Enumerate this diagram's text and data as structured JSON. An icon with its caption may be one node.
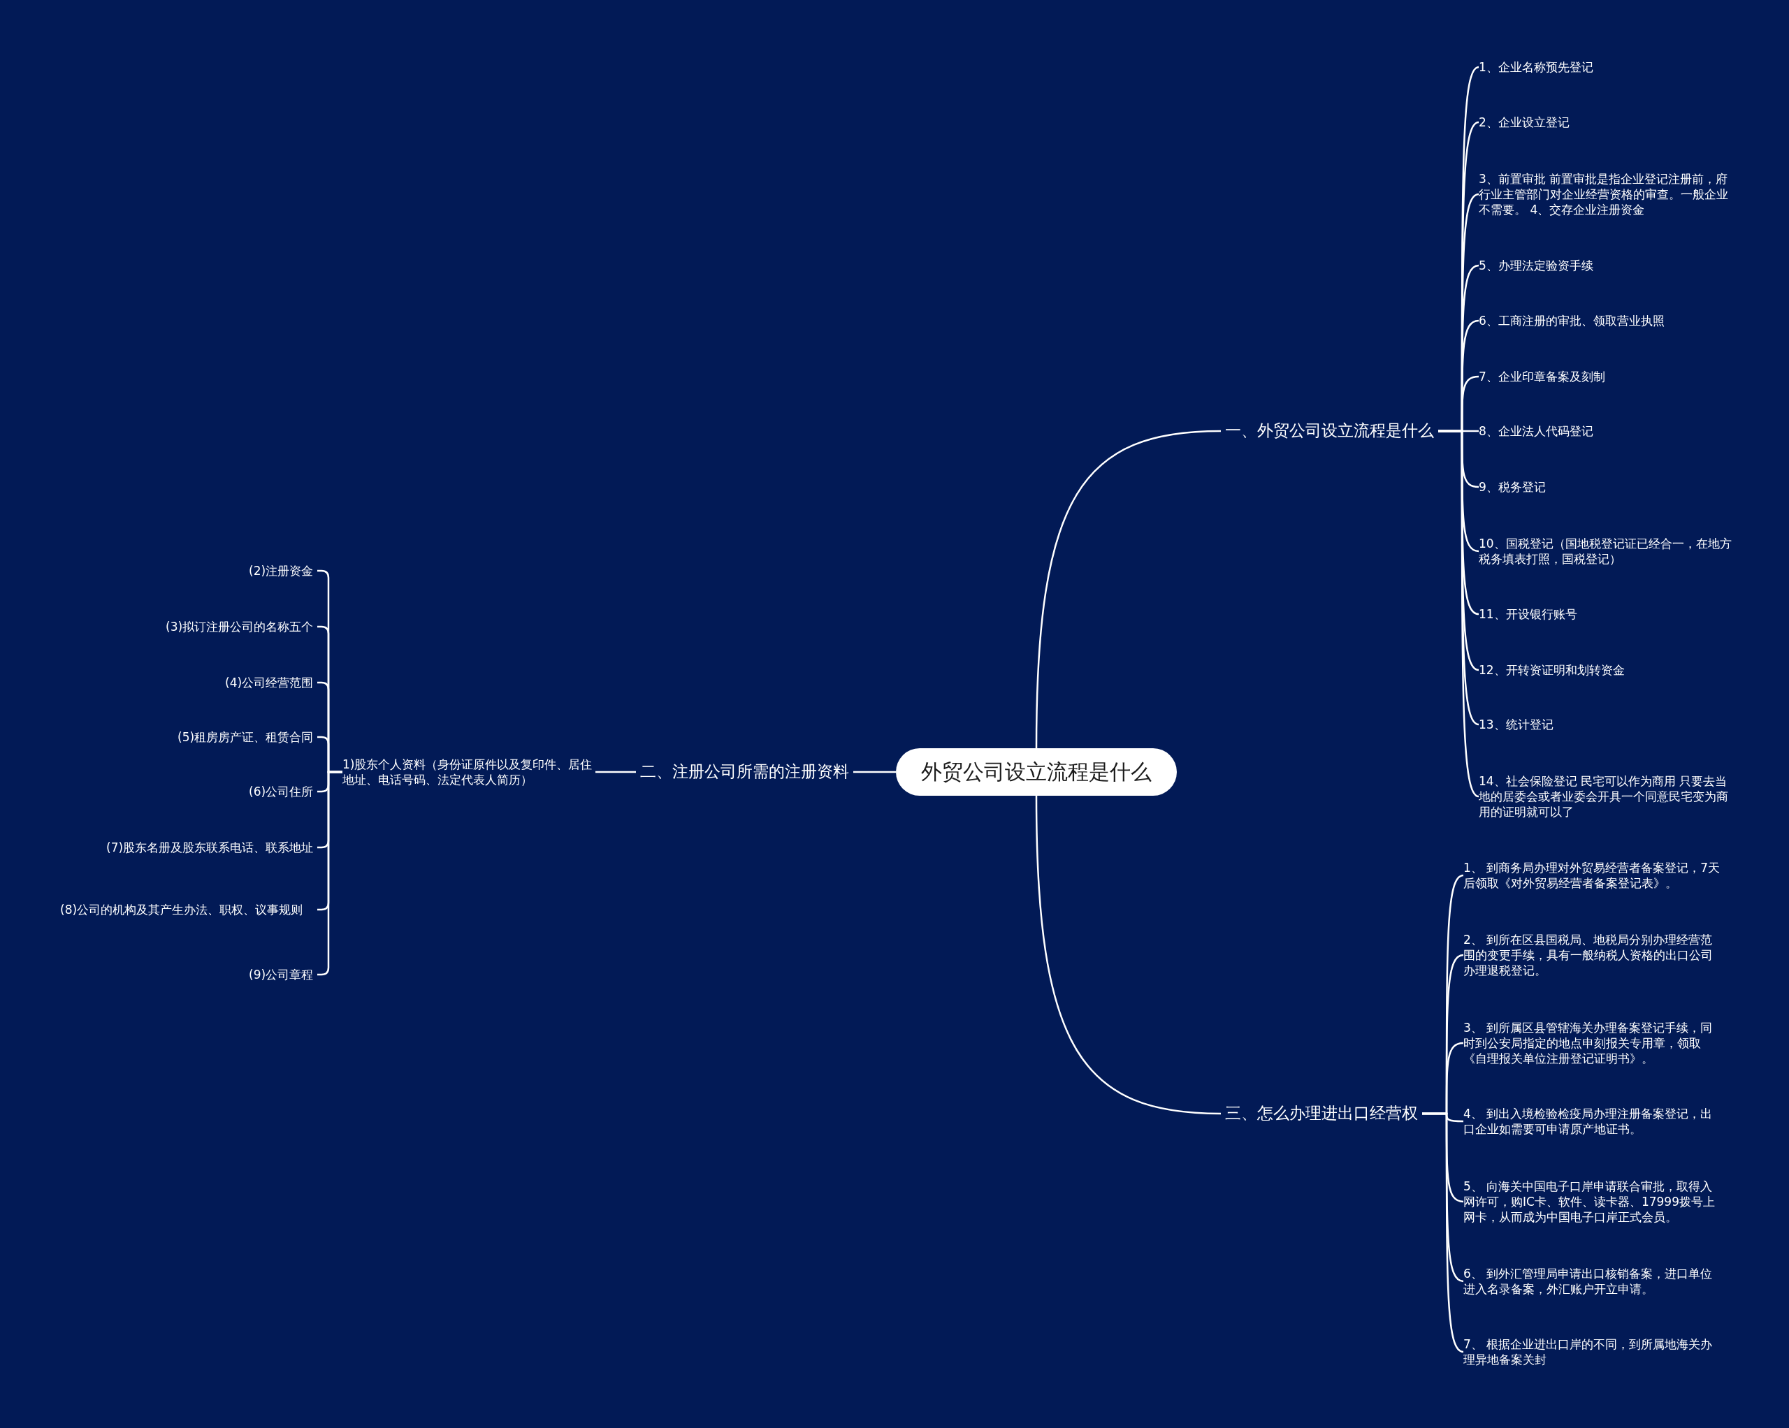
{
  "diagram": {
    "nodes": [
      {
        "text": [
          "外贸公司设立流程是什么"
        ]
      },
      {
        "text": [
          "一、外贸公司设立流程是什么"
        ]
      },
      {
        "text": [
          "1、企业名称预先登记"
        ]
      },
      {
        "text": [
          "2、企业设立登记"
        ]
      },
      {
        "text": [
          "3、前置审批 前置审批是指企业登记注册前，府行业主管部门对企业经营资格的审查。一般企业不需要。 4、交存企业注册资金"
        ]
      },
      {
        "text": [
          "5、办理法定验资手续"
        ]
      },
      {
        "text": [
          "6、工商注册的审批、领取营业执照"
        ]
      },
      {
        "text": [
          "7、企业印章备案及刻制"
        ]
      },
      {
        "text": [
          "8、企业法人代码登记"
        ]
      },
      {
        "text": [
          "9、税务登记"
        ]
      },
      {
        "text": [
          "10、国税登记（国地税登记证已经合一，在地方税务填表打照，国税登记）"
        ]
      },
      {
        "text": [
          "11、开设银行账号"
        ]
      },
      {
        "text": [
          "12、开转资证明和划转资金"
        ]
      },
      {
        "text": [
          "13、统计登记"
        ]
      },
      {
        "text": [
          "14、社会保险登记 民宅可以作为商用 只要去当地的居委会或者业委会开具一个同意民宅变为商用的证明就可以了"
        ]
      },
      {
        "text": [
          "二、注册公司所需的注册资料"
        ]
      },
      {
        "text": [
          "1)股东个人资料（身份证原件以及复印件、居住地址、电话号码、法定代表人简历）"
        ]
      },
      {
        "text": [
          "(2)注册资金"
        ]
      },
      {
        "text": [
          "(3)拟订注册公司的名称五个"
        ]
      },
      {
        "text": [
          "(4)公司经营范围"
        ]
      },
      {
        "text": [
          "(5)租房房产证、租赁合同"
        ]
      },
      {
        "text": [
          "(6)公司住所"
        ]
      },
      {
        "text": [
          "(7)股东名册及股东联系电话、联系地址"
        ]
      },
      {
        "text": [
          "(8)公司的机构及其产生办法、职权、议事规则"
        ]
      },
      {
        "text": [
          "(9)公司章程"
        ]
      },
      {
        "text": [
          "三、怎么办理进出口经营权"
        ]
      },
      {
        "text": [
          "1、 到商务局办理对外贸易经营者备案登记，7天后领取《对外贸易经营者备案登记表》。"
        ]
      },
      {
        "text": [
          "2、 到所在区县国税局、地税局分别办理经营范围的变更手续，具有一般纳税人资格的出口公司办理退税登记。"
        ]
      },
      {
        "text": [
          "3、 到所属区县管辖海关办理备案登记手续，同时到公安局指定的地点申刻报关专用章，领取《自理报关单位注册登记证明书》。"
        ]
      },
      {
        "text": [
          "4、 到出入境检验检疫局办理注册备案登记，出口企业如需要可申请原产地证书。"
        ]
      },
      {
        "text": [
          "5、 向海关中国电子口岸申请联合审批，取得入网许可，购IC卡、软件、读卡器、17999拨号上网卡，从而成为中国电子口岸正式会员。"
        ]
      },
      {
        "text": [
          "6、 到外汇管理局申请出口核销备案，进口单位进入名录备案，外汇账户开立申请。"
        ]
      },
      {
        "text": [
          "7、 根据企业进出口岸的不同，到所属地海关办理异地备案关封"
        ]
      }
    ],
    "edges": [
      {
        "from": 0,
        "to": 1,
        "arrow": "none"
      },
      {
        "from": 1,
        "to": 2,
        "arrow": "none"
      },
      {
        "from": 1,
        "to": 3,
        "arrow": "none"
      },
      {
        "from": 1,
        "to": 4,
        "arrow": "none"
      },
      {
        "from": 1,
        "to": 5,
        "arrow": "none"
      },
      {
        "from": 1,
        "to": 6,
        "arrow": "none"
      },
      {
        "from": 1,
        "to": 7,
        "arrow": "none"
      },
      {
        "from": 1,
        "to": 8,
        "arrow": "none"
      },
      {
        "from": 1,
        "to": 9,
        "arrow": "none"
      },
      {
        "from": 1,
        "to": 10,
        "arrow": "none"
      },
      {
        "from": 1,
        "to": 11,
        "arrow": "none"
      },
      {
        "from": 1,
        "to": 12,
        "arrow": "none"
      },
      {
        "from": 1,
        "to": 13,
        "arrow": "none"
      },
      {
        "from": 1,
        "to": 14,
        "arrow": "none"
      },
      {
        "from": 0,
        "to": 15,
        "arrow": "none"
      },
      {
        "from": 15,
        "to": 16,
        "arrow": "none"
      },
      {
        "from": 16,
        "to": 17,
        "arrow": "none"
      },
      {
        "from": 16,
        "to": 18,
        "arrow": "none"
      },
      {
        "from": 16,
        "to": 19,
        "arrow": "none"
      },
      {
        "from": 16,
        "to": 20,
        "arrow": "none"
      },
      {
        "from": 16,
        "to": 21,
        "arrow": "none"
      },
      {
        "from": 16,
        "to": 22,
        "arrow": "none"
      },
      {
        "from": 16,
        "to": 23,
        "arrow": "none"
      },
      {
        "from": 16,
        "to": 24,
        "arrow": "none"
      },
      {
        "from": 0,
        "to": 25,
        "arrow": "none"
      },
      {
        "from": 25,
        "to": 26,
        "arrow": "none"
      },
      {
        "from": 25,
        "to": 27,
        "arrow": "none"
      },
      {
        "from": 25,
        "to": 28,
        "arrow": "none"
      },
      {
        "from": 25,
        "to": 29,
        "arrow": "none"
      },
      {
        "from": 25,
        "to": 30,
        "arrow": "none"
      },
      {
        "from": 25,
        "to": 31,
        "arrow": "none"
      },
      {
        "from": 25,
        "to": 32,
        "arrow": "none"
      }
    ]
  }
}
